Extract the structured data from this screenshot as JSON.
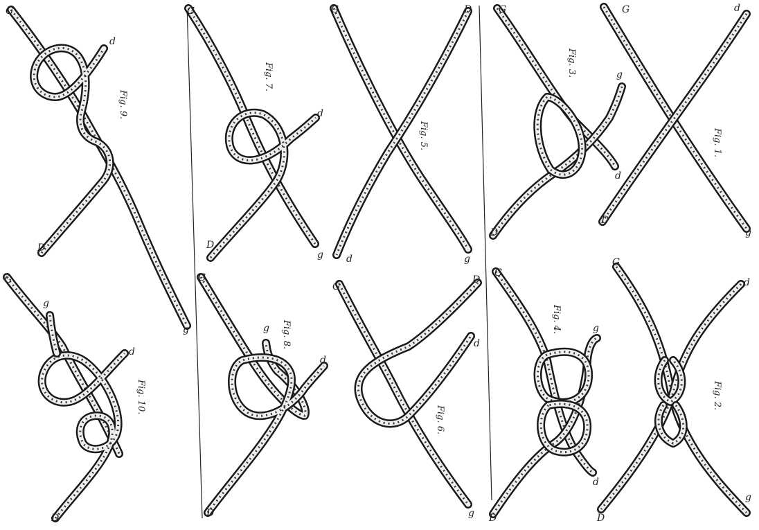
{
  "plate": {
    "figures": [
      {
        "id": "fig1",
        "caption": "Fig. 1.",
        "end_labels": [
          "G",
          "d",
          "D",
          "g"
        ]
      },
      {
        "id": "fig2",
        "caption": "Fig. 2.",
        "end_labels": [
          "G",
          "d",
          "D",
          "g"
        ]
      },
      {
        "id": "fig3",
        "caption": "Fig. 3.",
        "end_labels": [
          "G",
          "g",
          "D",
          "d"
        ]
      },
      {
        "id": "fig4",
        "caption": "Fig. 4.",
        "end_labels": [
          "G",
          "g",
          "D",
          "d"
        ]
      },
      {
        "id": "fig5",
        "caption": "Fig. 5.",
        "end_labels": [
          "G",
          "D",
          "d",
          "g"
        ]
      },
      {
        "id": "fig6",
        "caption": "Fig. 6.",
        "end_labels": [
          "G",
          "D",
          "d",
          "g"
        ]
      },
      {
        "id": "fig7",
        "caption": "Fig. 7.",
        "end_labels": [
          "G",
          "d",
          "D",
          "g"
        ]
      },
      {
        "id": "fig8",
        "caption": "Fig. 8.",
        "end_labels": [
          "G",
          "g",
          "d",
          "D"
        ]
      },
      {
        "id": "fig9",
        "caption": "Fig. 9.",
        "end_labels": [
          "G",
          "d",
          "D",
          "g"
        ]
      },
      {
        "id": "fig10",
        "caption": "Fig. 10.",
        "end_labels": [
          "G",
          "g",
          "d",
          "D"
        ]
      }
    ]
  }
}
